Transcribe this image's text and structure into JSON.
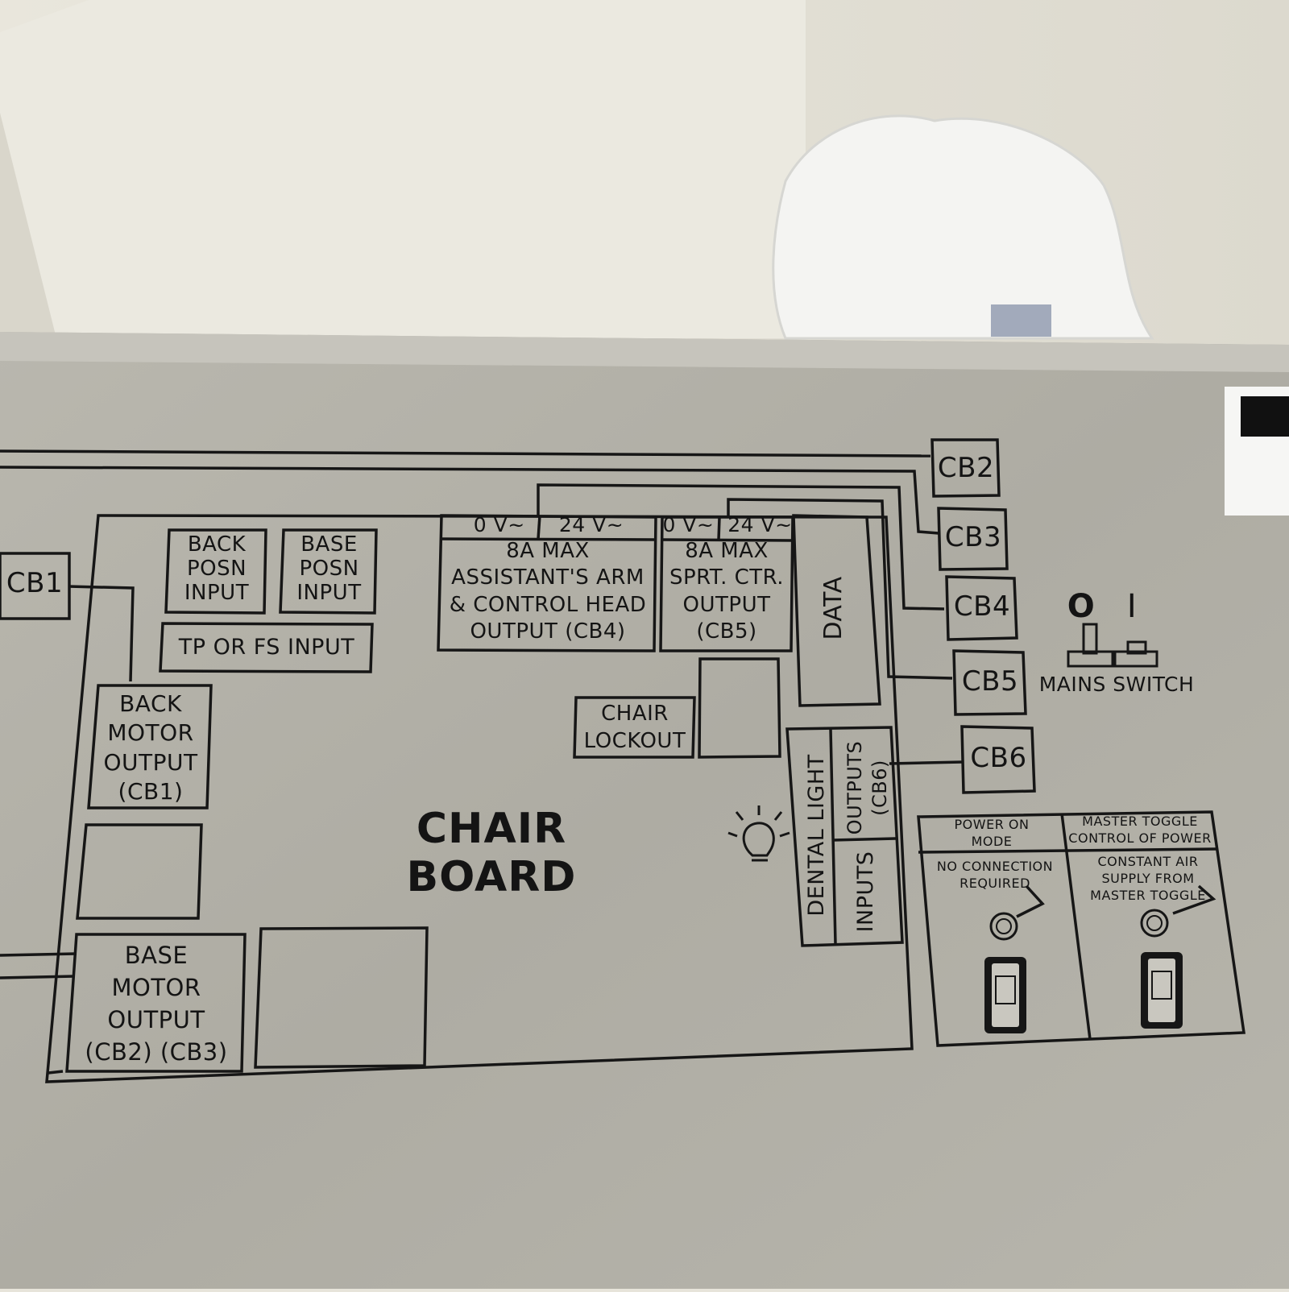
{
  "board_title": "CHAIR BOARD",
  "breakers": {
    "cb1": "CB1",
    "cb2": "CB2",
    "cb3": "CB3",
    "cb4": "CB4",
    "cb5": "CB5",
    "cb6": "CB6"
  },
  "blocks": {
    "back_posn_input": "BACK\nPOSN\nINPUT",
    "base_posn_input": "BASE\nPOSN\nINPUT",
    "tp_fs_input": "TP OR FS INPUT",
    "back_motor_output": "BACK\nMOTOR\nOUTPUT\n(CB1)",
    "base_motor_output": "BASE\nMOTOR\nOUTPUT\n(CB2) (CB3)",
    "assistant_header": "0 V~     24 V~",
    "assistant_arm": "8A MAX\nASSISTANT'S ARM\n& CONTROL HEAD\nOUTPUT (CB4)",
    "sprt_header": "0 V~  24 V~",
    "sprt_ctr": "8A MAX\nSPRT. CTR.\nOUTPUT\n(CB5)",
    "data": "DATA",
    "chair_lockout": "CHAIR\nLOCKOUT",
    "dental_light": "DENTAL LIGHT",
    "outputs_cb6": "OUTPUTS\n(CB6)",
    "inputs": "INPUTS"
  },
  "mains": {
    "off_symbol": "O",
    "on_symbol": "I",
    "label": "MAINS SWITCH"
  },
  "power_panel": {
    "power_on_mode": "POWER ON\nMODE",
    "no_connection": "NO CONNECTION\nREQUIRED",
    "master_toggle": "MASTER TOGGLE\nCONTROL OF POWER",
    "constant_air": "CONSTANT AIR\nSUPPLY FROM\nMASTER TOGGLE"
  },
  "colors": {
    "metal": "#b4b2aa",
    "line": "#161616",
    "wall": "#e4e1d6"
  }
}
